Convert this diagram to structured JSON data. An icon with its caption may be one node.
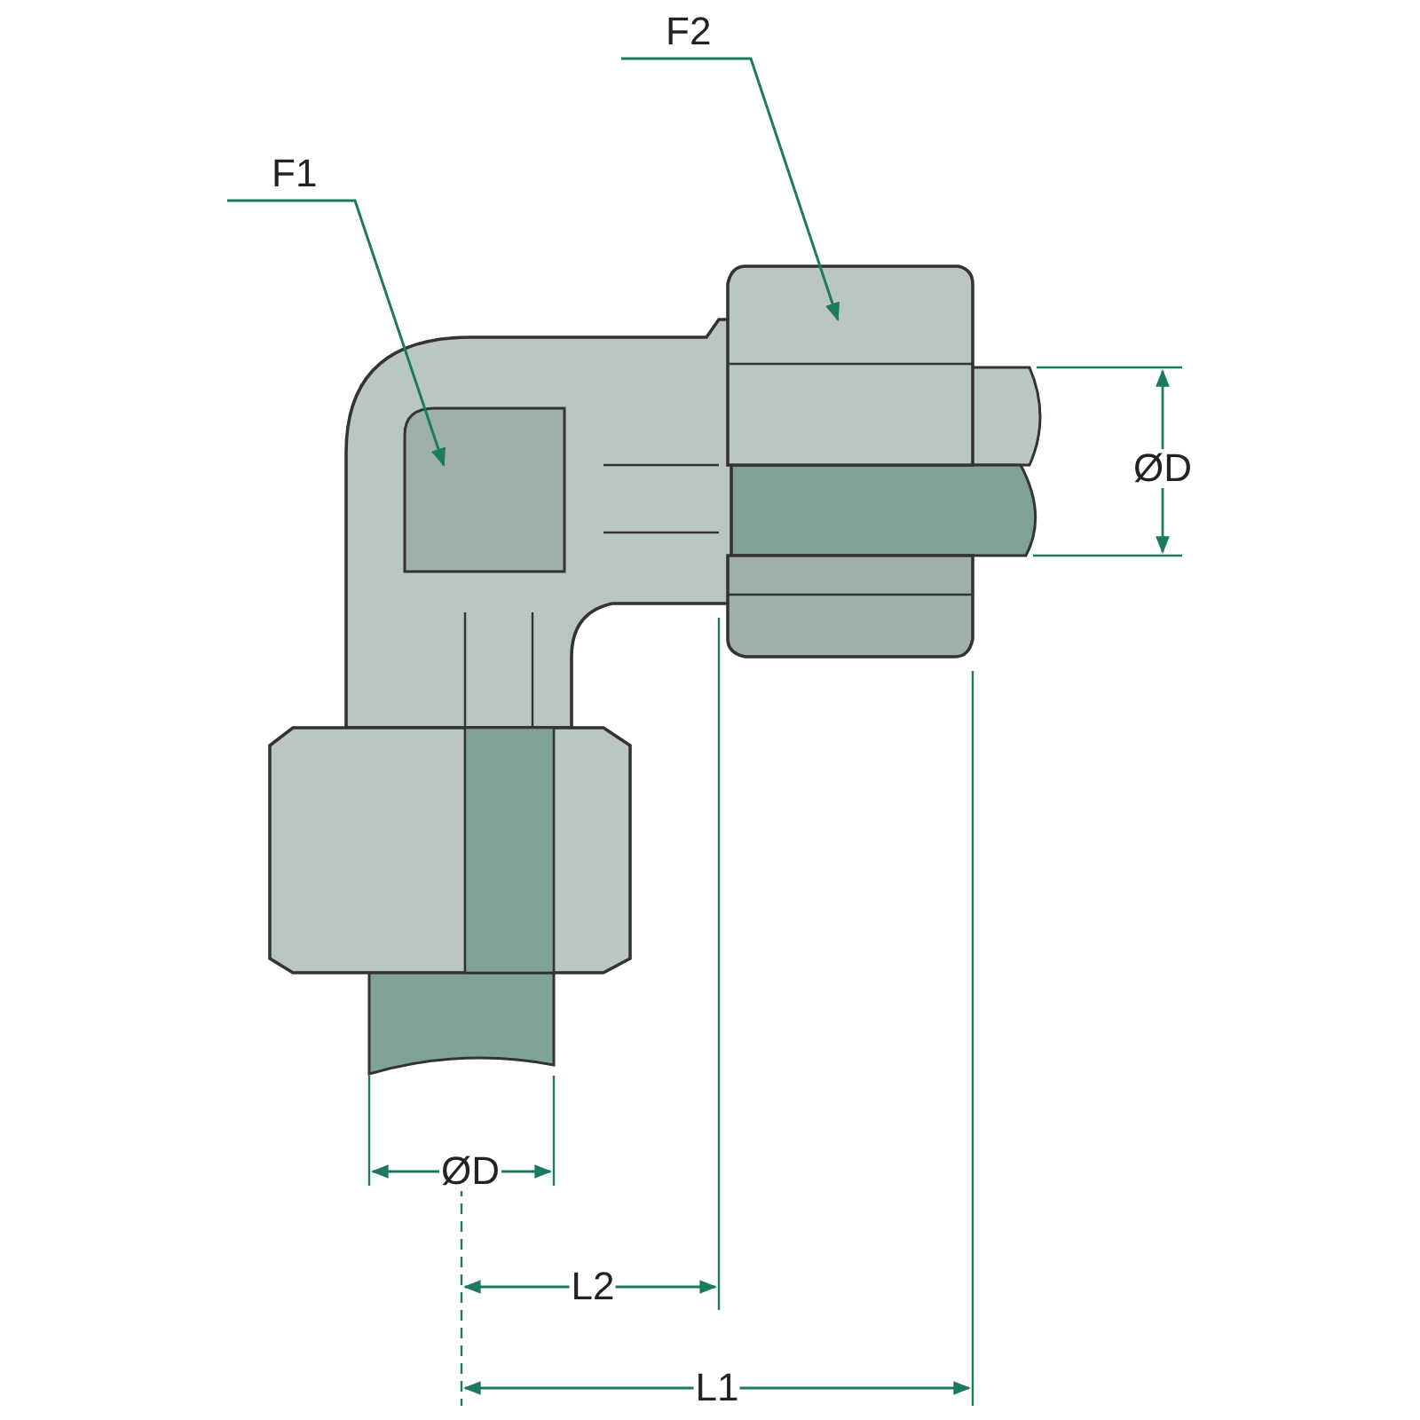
{
  "diagram": {
    "nodes": [
      {
        "text": [
          "F1"
        ]
      },
      {
        "text": [
          "F2"
        ]
      },
      {
        "text": [],
        "shape": "picture"
      },
      {
        "text": [],
        "shape": "picture"
      }
    ],
    "edges": [
      {
        "from": 0,
        "to": 2,
        "arrow": "to"
      },
      {
        "from": 1,
        "to": 3,
        "arrow": "to"
      }
    ],
    "labels": [
      "ØD",
      "ØD",
      "L2",
      "L1"
    ]
  }
}
